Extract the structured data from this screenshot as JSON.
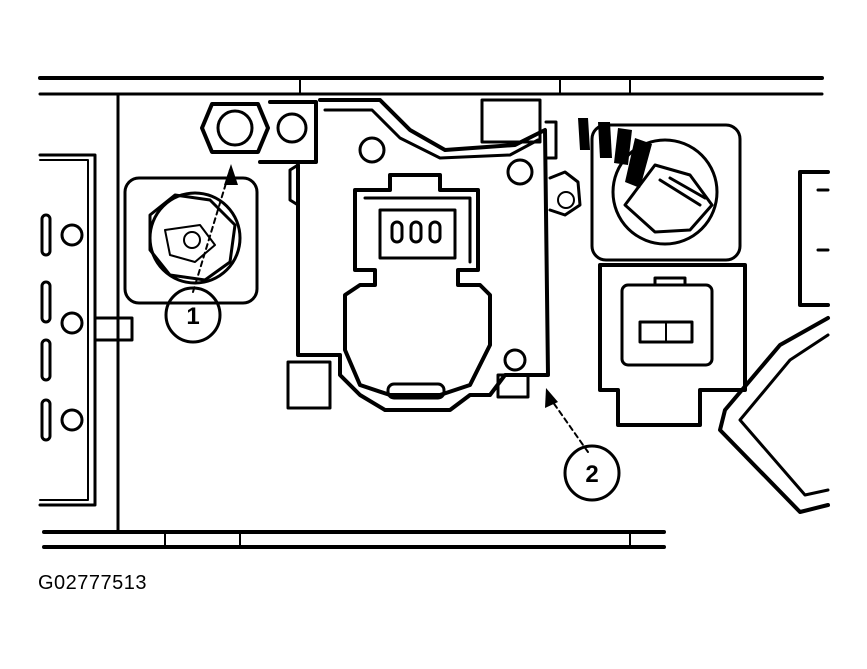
{
  "callouts": [
    {
      "label": "1",
      "target": "mounting-nut"
    },
    {
      "label": "2",
      "target": "module-bracket"
    }
  ],
  "figure_id": "G02777513"
}
